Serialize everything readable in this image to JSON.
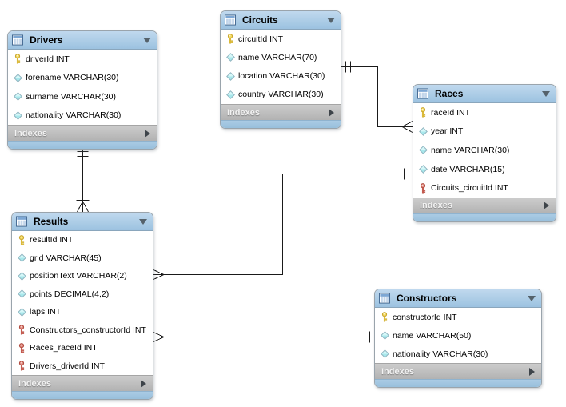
{
  "diagram": {
    "tool": "EER diagram canvas",
    "tables": [
      {
        "name": "Drivers",
        "indexes_label": "Indexes",
        "columns": [
          {
            "icon": "primary-key",
            "label": "driverId INT"
          },
          {
            "icon": "column",
            "label": "forename VARCHAR(30)"
          },
          {
            "icon": "column",
            "label": "surname VARCHAR(30)"
          },
          {
            "icon": "column",
            "label": "nationality VARCHAR(30)"
          }
        ]
      },
      {
        "name": "Circuits",
        "indexes_label": "Indexes",
        "columns": [
          {
            "icon": "primary-key",
            "label": "circuitId INT"
          },
          {
            "icon": "column",
            "label": "name VARCHAR(70)"
          },
          {
            "icon": "column",
            "label": "location VARCHAR(30)"
          },
          {
            "icon": "column",
            "label": "country VARCHAR(30)"
          }
        ]
      },
      {
        "name": "Races",
        "indexes_label": "Indexes",
        "columns": [
          {
            "icon": "primary-key",
            "label": "raceId INT"
          },
          {
            "icon": "column",
            "label": "year INT"
          },
          {
            "icon": "column",
            "label": "name VARCHAR(30)"
          },
          {
            "icon": "column",
            "label": "date VARCHAR(15)"
          },
          {
            "icon": "foreign-key",
            "label": "Circuits_circuitId INT"
          }
        ]
      },
      {
        "name": "Results",
        "indexes_label": "Indexes",
        "columns": [
          {
            "icon": "primary-key",
            "label": "resultId INT"
          },
          {
            "icon": "column",
            "label": "grid VARCHAR(45)"
          },
          {
            "icon": "column",
            "label": "positionText VARCHAR(2)"
          },
          {
            "icon": "column",
            "label": "points DECIMAL(4,2)"
          },
          {
            "icon": "column",
            "label": "laps INT"
          },
          {
            "icon": "foreign-key",
            "label": "Constructors_constructorId INT"
          },
          {
            "icon": "foreign-key",
            "label": "Races_raceId INT"
          },
          {
            "icon": "foreign-key",
            "label": "Drivers_driverId INT"
          }
        ]
      },
      {
        "name": "Constructors",
        "indexes_label": "Indexes",
        "columns": [
          {
            "icon": "primary-key",
            "label": "constructorId INT"
          },
          {
            "icon": "column",
            "label": "name VARCHAR(50)"
          },
          {
            "icon": "column",
            "label": "nationality VARCHAR(30)"
          }
        ]
      }
    ],
    "relationships": [
      {
        "from": "Circuits",
        "to": "Races",
        "from_end": "one-and-only-one",
        "to_end": "many",
        "line": "solid"
      },
      {
        "from": "Drivers",
        "to": "Results",
        "from_end": "one-and-only-one",
        "to_end": "many",
        "line": "solid"
      },
      {
        "from": "Races",
        "to": "Results",
        "from_end": "one-and-only-one",
        "to_end": "many",
        "line": "solid"
      },
      {
        "from": "Constructors",
        "to": "Results",
        "from_end": "one-and-only-one",
        "to_end": "many",
        "line": "solid"
      }
    ],
    "colors": {
      "header_blue": "#a8c9e3",
      "indexes_gray": "#bdbdbd",
      "footer_blue": "#9dc3de",
      "primary_key_yellow": "#e9c93e",
      "foreign_key_red": "#d4645a",
      "column_cyan": "#a8e8ec",
      "connector_black": "#1a1a1a",
      "canvas_white": "#ffffff"
    }
  }
}
